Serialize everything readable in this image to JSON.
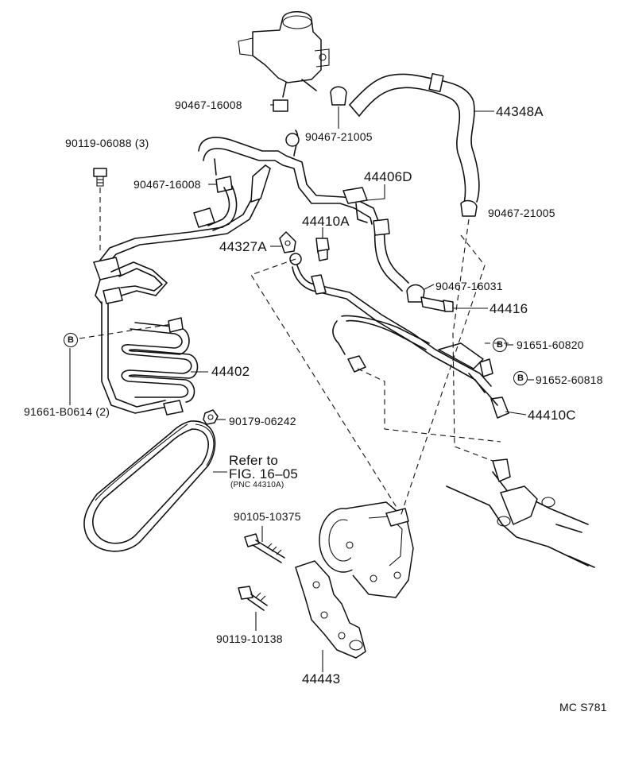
{
  "parts": {
    "p_90467_16008_a": "90467-16008",
    "p_90467_21005_a": "90467-21005",
    "p_44348A": "44348A",
    "p_90119_06088": "90119-06088 (3)",
    "p_90467_16008_b": "90467-16008",
    "p_44406D": "44406D",
    "p_90467_21005_b": "90467-21005",
    "p_44410A": "44410A",
    "p_44327A": "44327A",
    "p_90467_16031": "90467-16031",
    "p_44416": "44416",
    "p_91651_60820": "91651-60820",
    "p_91652_60818": "91652-60818",
    "p_44402": "44402",
    "p_91661_B0614": "91661-B0614 (2)",
    "p_90179_06242": "90179-06242",
    "p_44410C": "44410C",
    "p_90105_10375": "90105-10375",
    "p_90119_10138": "90119-10138",
    "p_44443": "44443"
  },
  "refer": {
    "line1": "Refer to",
    "line2": "FIG. 16–05",
    "line3": "(PNC 44310A)"
  },
  "markers": {
    "b1": "B",
    "b2": "B",
    "b3": "B"
  },
  "figure_code": "MC S781"
}
